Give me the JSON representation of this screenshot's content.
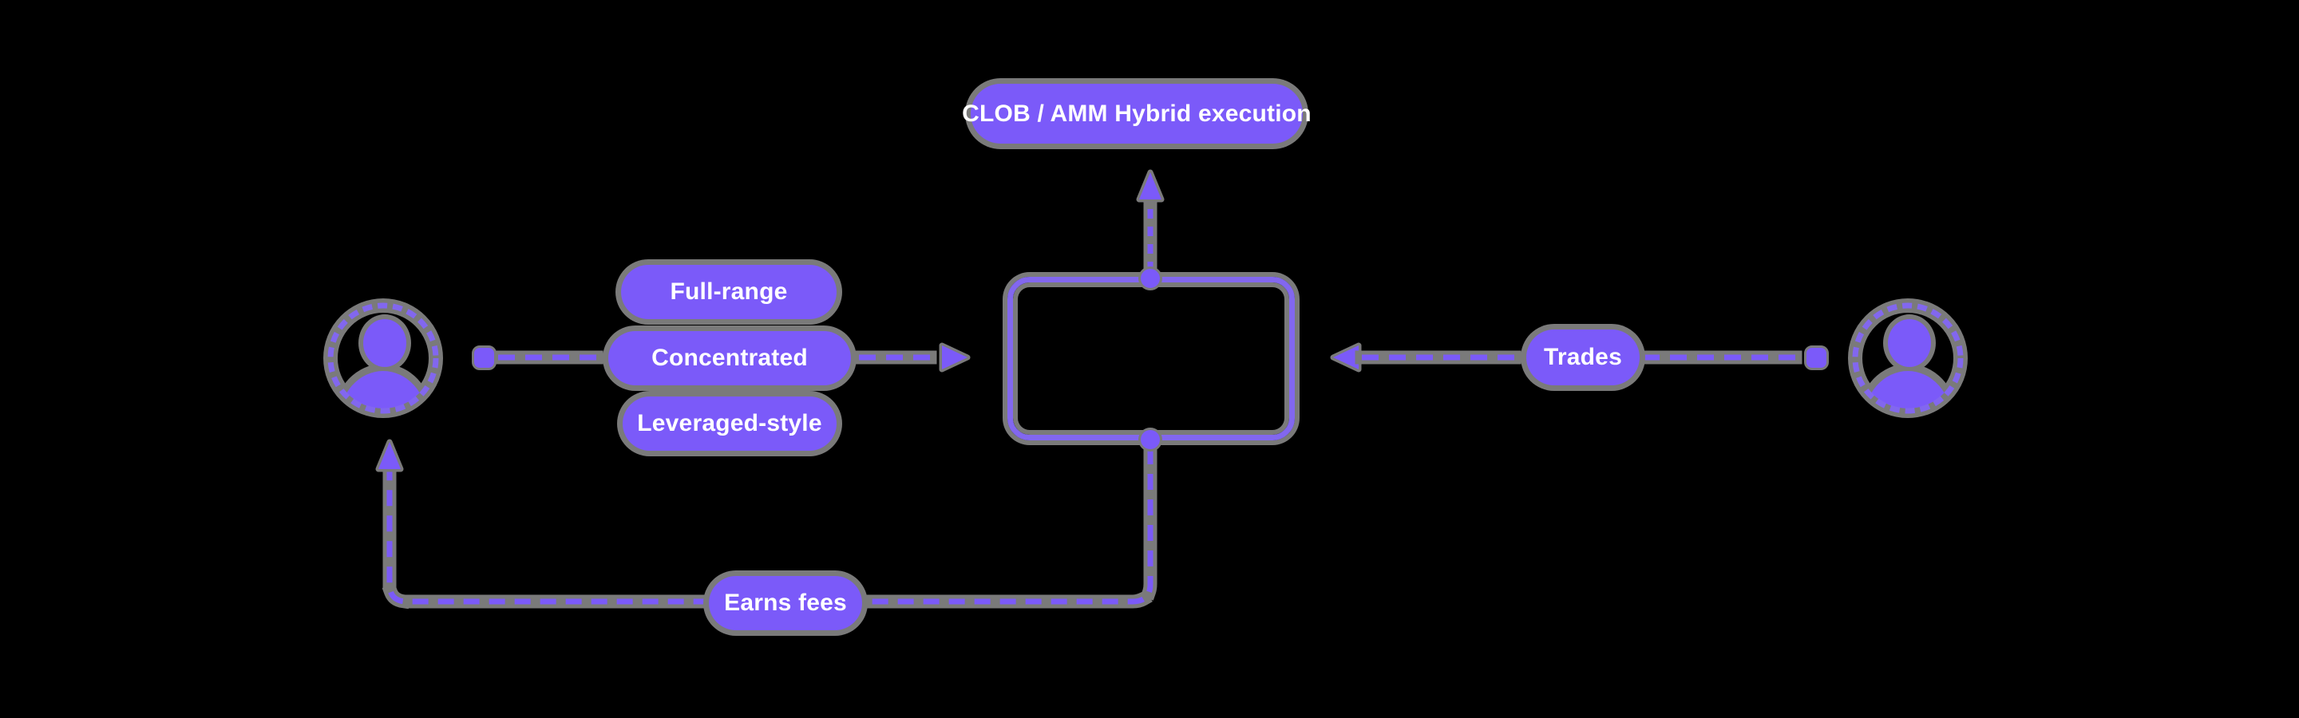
{
  "diagram": {
    "execution_label": "CLOB / AMM Hybrid execution",
    "liquidity_modes": {
      "full_range": "Full-range",
      "concentrated": "Concentrated",
      "leveraged": "Leveraged-style"
    },
    "trades_label": "Trades",
    "earns_fees_label": "Earns fees",
    "icons": {
      "left_user": "user-icon",
      "right_user": "user-icon"
    },
    "colors": {
      "background": "#000000",
      "node_fill": "#7b5af9",
      "node_stroke": "#8267ef",
      "halo_gray": "#7a7a7a",
      "text": "#ffffff"
    }
  }
}
